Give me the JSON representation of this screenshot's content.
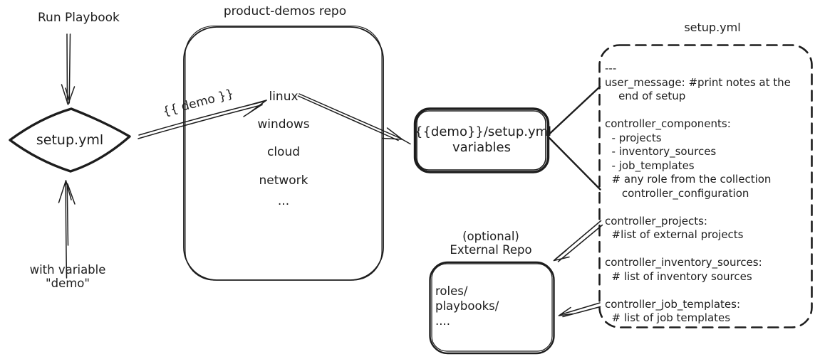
{
  "palette": {
    "ink": "#1d1d1d",
    "background": "#ffffff"
  },
  "flow": {
    "run_playbook_label": "Run Playbook",
    "decision": {
      "label": "setup.yml"
    },
    "with_variable": {
      "line1": "with variable",
      "line2": "\"demo\""
    }
  },
  "repo": {
    "title": "product-demos repo",
    "items": [
      "linux",
      "windows",
      "cloud",
      "network",
      "..."
    ],
    "edge_label": "{{ demo }}"
  },
  "variables_box": {
    "line1": "{{demo}}/setup.yml",
    "line2": "variables"
  },
  "setup_file": {
    "title": "setup.yml",
    "content": "---\nuser_message: #print notes at the\n    end of setup\n\ncontroller_components:\n  - projects\n  - inventory_sources\n  - job_templates\n  # any role from the collection\n     controller_configuration\n\ncontroller_projects:\n  #list of external projects\n\ncontroller_inventory_sources:\n  # list of inventory sources\n\ncontroller_job_templates:\n  # list of job templates"
  },
  "external_repo": {
    "title_line1": "(optional)",
    "title_line2": "External Repo",
    "content": "roles/\nplaybooks/\n...."
  }
}
